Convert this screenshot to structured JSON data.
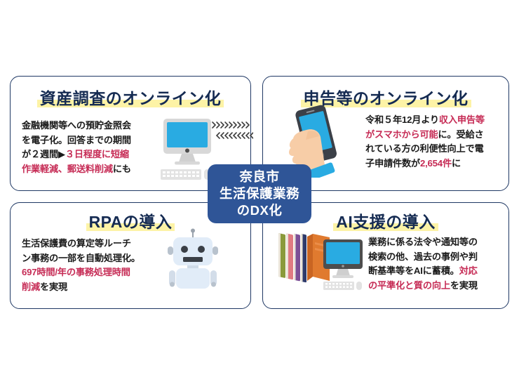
{
  "page": {
    "background_color": "#ffffff",
    "card_border_color": "#1f3864",
    "title_color": "#152b52",
    "highlight_color": "#fdf3a6",
    "accent_red": "#c62b55",
    "badge_blue": "#2f5597",
    "screen_cyan": "#29abe2"
  },
  "center_badge": {
    "line1": "奈良市",
    "line2": "生活保護業務",
    "line3": "のDX化"
  },
  "cards": [
    {
      "id": "asset",
      "title": "資産調査のオンライン化",
      "text_lines": [
        [
          {
            "t": "金融機関等への預貯金照会",
            "c": "black"
          }
        ],
        [
          {
            "t": "を電子化。回答までの期間",
            "c": "black"
          }
        ],
        [
          {
            "t": "が２週間▶",
            "c": "black"
          },
          {
            "t": "３日程度に短縮",
            "c": "red"
          }
        ],
        [
          {
            "t": "作業軽減、郵送料削減",
            "c": "red"
          },
          {
            "t": "にも",
            "c": "black"
          }
        ]
      ],
      "icons": [
        "desktop-monitor-icon",
        "exchange-arrows-icon"
      ]
    },
    {
      "id": "report",
      "title": "申告等のオンライン化",
      "text_lines": [
        [
          {
            "t": "令和５年12月より",
            "c": "black"
          },
          {
            "t": "収入申告等",
            "c": "red"
          }
        ],
        [
          {
            "t": "がスマホから可能",
            "c": "red"
          },
          {
            "t": "に。受給さ",
            "c": "black"
          }
        ],
        [
          {
            "t": "れている方の利便性向上で電",
            "c": "black"
          }
        ],
        [
          {
            "t": "子申請件数が",
            "c": "black"
          },
          {
            "t": "2,654件",
            "c": "red"
          },
          {
            "t": "に",
            "c": "black"
          }
        ]
      ],
      "icons": [
        "hand-holding-smartphone-icon"
      ]
    },
    {
      "id": "rpa",
      "title": "RPAの導入",
      "text_lines": [
        [
          {
            "t": "生活保護費の算定等ルーチ",
            "c": "black"
          }
        ],
        [
          {
            "t": "ン事務の一部を自動処理化。",
            "c": "black"
          }
        ],
        [
          {
            "t": "697時間/年の事務処理時間",
            "c": "red"
          }
        ],
        [
          {
            "t": "削減",
            "c": "red"
          },
          {
            "t": "を実現",
            "c": "black"
          }
        ]
      ],
      "icons": [
        "robot-icon"
      ]
    },
    {
      "id": "ai",
      "title": "AI支援の導入",
      "text_lines": [
        [
          {
            "t": "業務に係る法令や通知等の",
            "c": "black"
          }
        ],
        [
          {
            "t": "検索の他、過去の事例や判",
            "c": "black"
          }
        ],
        [
          {
            "t": "断基準等をAIに蓄積。",
            "c": "black"
          },
          {
            "t": "対応",
            "c": "red"
          }
        ],
        [
          {
            "t": "の平準化と質の向上",
            "c": "red"
          },
          {
            "t": "を実現",
            "c": "black"
          }
        ]
      ],
      "icons": [
        "books-icon",
        "desktop-monitor-icon"
      ]
    }
  ]
}
